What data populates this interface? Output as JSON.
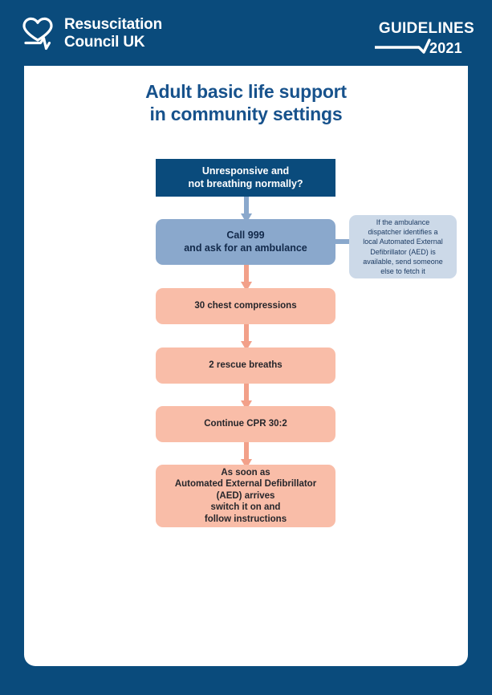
{
  "header": {
    "logo_icon": "heart-ecg-icon",
    "brand_name": "Resuscitation\nCouncil UK",
    "guidelines_label": "GUIDELINES",
    "guidelines_year": "2021",
    "guidelines_tick_icon": "check-tick-icon"
  },
  "poster": {
    "title": "Adult basic life support\nin community settings"
  },
  "flow": {
    "nodes": [
      {
        "id": "unresponsive",
        "label": "Unresponsive and\nnot breathing normally?",
        "style": "navy"
      },
      {
        "id": "call-999",
        "label": "Call 999\nand ask for an ambulance",
        "style": "blue"
      },
      {
        "id": "aed-note",
        "label": "If the ambulance\ndispatcher identifies a\nlocal Automated External\nDefibrillator (AED) is\navailable, send someone\nelse to fetch it",
        "style": "note"
      },
      {
        "id": "compressions",
        "label": "30 chest compressions",
        "style": "salmon"
      },
      {
        "id": "breaths",
        "label": "2 rescue breaths",
        "style": "salmon"
      },
      {
        "id": "continue-cpr",
        "label": "Continue CPR 30:2",
        "style": "salmon"
      },
      {
        "id": "aed-arrives",
        "label": "As soon as\nAutomated External Defibrillator\n(AED) arrives\nswitch it on and\nfollow instructions",
        "style": "salmon"
      }
    ],
    "arrows": [
      {
        "id": "arrow-unresponsive-to-call",
        "direction": "down",
        "color": "#8aa8cc"
      },
      {
        "id": "arrow-call-to-note",
        "direction": "right",
        "color": "#8aa8cc"
      },
      {
        "id": "arrow-call-to-compressions",
        "direction": "down",
        "color": "#f2a089"
      },
      {
        "id": "arrow-compressions-to-breaths",
        "direction": "down",
        "color": "#f2a089"
      },
      {
        "id": "arrow-breaths-to-continue",
        "direction": "down",
        "color": "#f2a089"
      },
      {
        "id": "arrow-continue-to-aed",
        "direction": "down",
        "color": "#f2a089"
      }
    ]
  },
  "colors": {
    "navy": "#0a4b7c",
    "title_blue": "#17528c",
    "mid_blue": "#8aa8cc",
    "note_blue": "#ccd9e8",
    "salmon": "#f9bda8",
    "salmon_arrow": "#f2a089",
    "white": "#ffffff"
  }
}
